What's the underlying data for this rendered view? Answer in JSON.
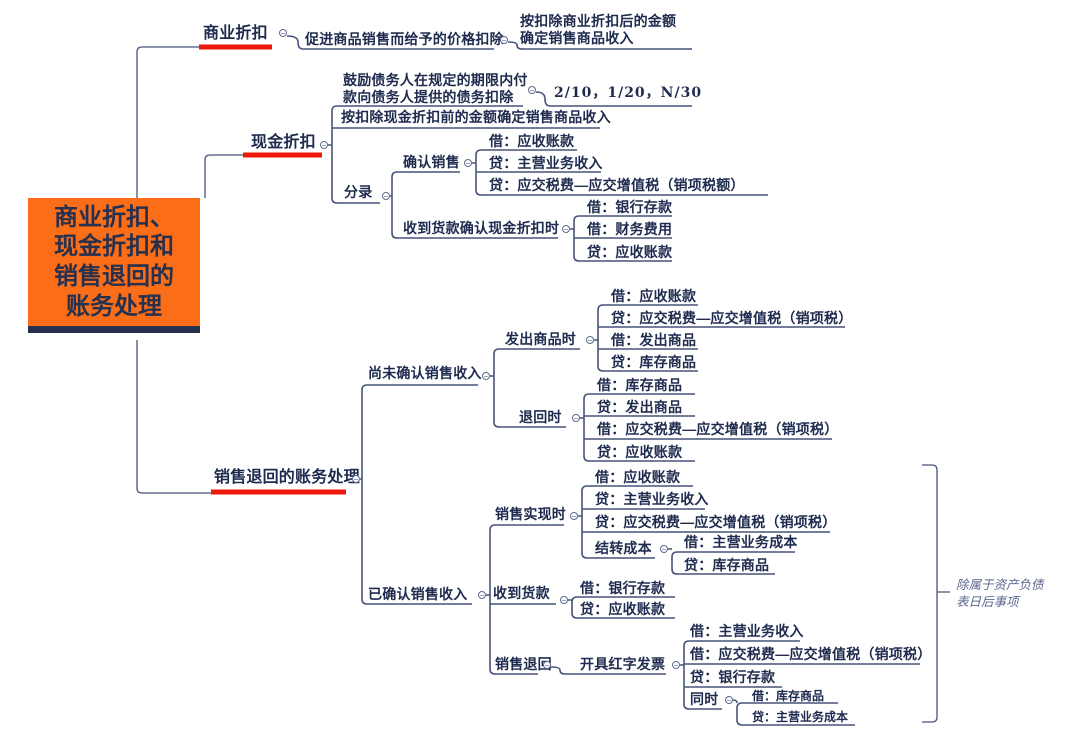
{
  "diagram": {
    "title": "商业折扣、现金折扣和销售退回的账务处理",
    "colors": {
      "root_fill": "#fb6d16",
      "topic_underline_red": "#ed1a0c",
      "line_navy": "#47547a",
      "text_navy": "#1f2b4e"
    },
    "root": {
      "text": "商业折扣、\n现金折扣和\n销售退回的\n账务处理"
    },
    "nodes": {
      "shangye": "商业折扣",
      "shangye_def": "促进商品销售而给予的价格扣除",
      "shangye_amount": "按扣除商业折扣后的金额\n确定销售商品收入",
      "xianjin": "现金折扣",
      "xianjin_def": "鼓励债务人在规定的期限内付\n款向债务人提供的债务扣除",
      "xianjin_terms": "2/10，1/20，N/30",
      "xianjin_amount": "按扣除现金折扣前的金额确定销售商品收入",
      "fenlu": "分录",
      "queren_xiaoshou": "确认销售",
      "qx_e1": "借：应收账款",
      "qx_e2": "贷：主营业务收入",
      "qx_e3": "贷：应交税费—应交增值税（销项税额）",
      "shoudao_zhekou": "收到货款确认现金折扣时",
      "sh_e1": "借：银行存款",
      "sh_e2": "借：财务费用",
      "sh_e3": "贷：应收账款",
      "xstuihui": "销售退回的账务处理",
      "shangwei": "尚未确认销售收入",
      "fachu": "发出商品时",
      "fc_e1": "借：应收账款",
      "fc_e2": "贷：应交税费—应交增值税（销项税）",
      "fc_e3": "借：发出商品",
      "fc_e4": "贷：库存商品",
      "tuihui": "退回时",
      "th_e1": "借：库存商品",
      "th_e2": "贷：发出商品",
      "th_e3": "借：应交税费—应交增值税（销项税）",
      "th_e4": "贷：应收账款",
      "yiqueren": "已确认销售收入",
      "shixian": "销售实现时",
      "sx_e1": "借：应收账款",
      "sx_e2": "贷：主营业务收入",
      "sx_e3": "贷：应交税费—应交增值税（销项税）",
      "jiezhuan": "结转成本",
      "jz_e1": "借：主营业务成本",
      "jz_e2": "贷：库存商品",
      "shoukuan": "收到货款",
      "sk_e1": "借：银行存款",
      "sk_e2": "贷：应收账款",
      "xstuihui2": "销售退回",
      "hongzi": "开具红字发票",
      "hz_e1": "借：主营业务收入",
      "hz_e2": "借：应交税费—应交增值税（销项税）",
      "hz_e3": "贷：银行存款",
      "tongshi": "同时",
      "ts_e1": "借：库存商品",
      "ts_e2": "贷：主营业务成本",
      "note": "除属于资产负债\n表日后事项"
    }
  }
}
